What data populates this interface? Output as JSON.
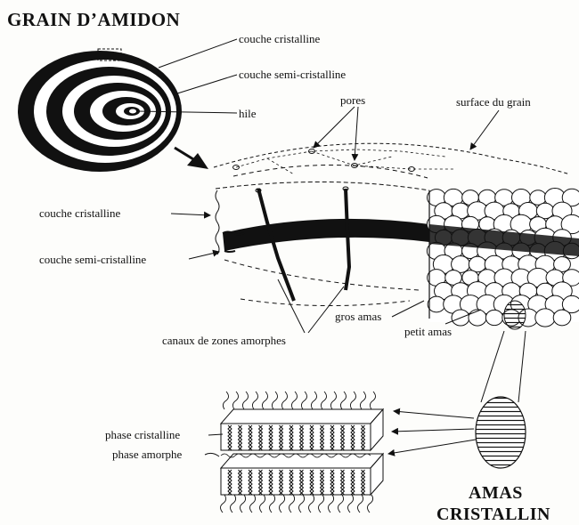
{
  "title": "GRAIN D’AMIDON",
  "labels": {
    "couche_cristalline_top": "couche cristalline",
    "couche_semi_top": "couche semi-cristalline",
    "hile": "hile",
    "pores": "pores",
    "surface": "surface du grain",
    "couche_cristalline_left": "couche cristalline",
    "couche_semi_left": "couche semi-cristalline",
    "gros_amas": "gros amas",
    "petit_amas": "petit amas",
    "canaux": "canaux de zones amorphes",
    "phase_cristalline": "phase cristalline",
    "phase_amorphe": "phase amorphe"
  },
  "amas": {
    "line1": "AMAS",
    "line2": "CRISTALLIN"
  },
  "colors": {
    "ink": "#111111",
    "paper": "#fdfdfb"
  }
}
